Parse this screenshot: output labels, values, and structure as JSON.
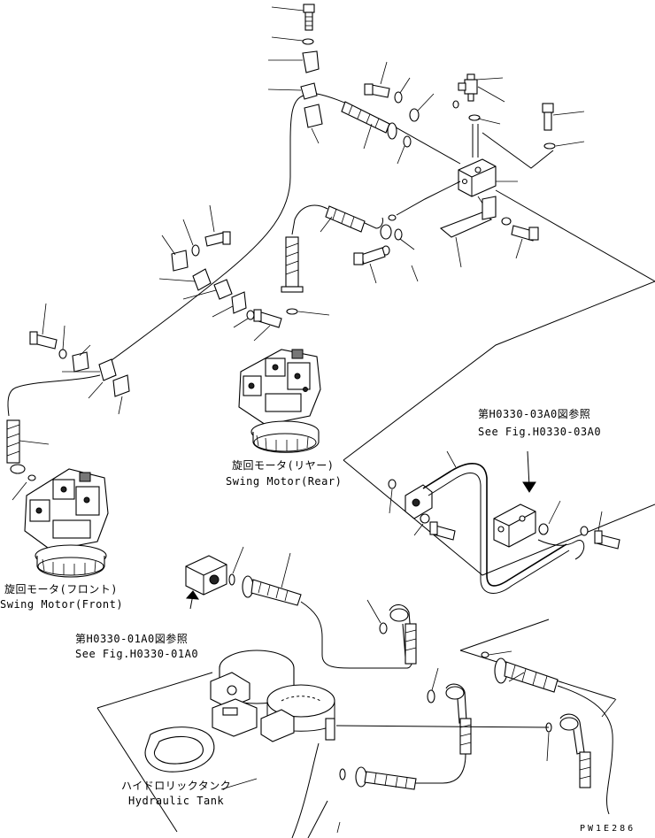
{
  "labels": {
    "swing_motor_rear_jp": "旋回モータ(リヤー)",
    "swing_motor_rear_en": "Swing Motor(Rear)",
    "swing_motor_front_jp": "旋回モータ(フロント)",
    "swing_motor_front_en": "Swing Motor(Front)",
    "ref_03a0_jp": "第H0330-03A0図参照",
    "ref_03a0_en": "See Fig.H0330-03A0",
    "ref_01a0_jp": "第H0330-01A0図参照",
    "ref_01a0_en": "See Fig.H0330-01A0",
    "hydraulic_tank_jp": "ハイドロリックタンク",
    "hydraulic_tank_en": "Hydraulic Tank",
    "drawing_code": "PW1E286"
  }
}
